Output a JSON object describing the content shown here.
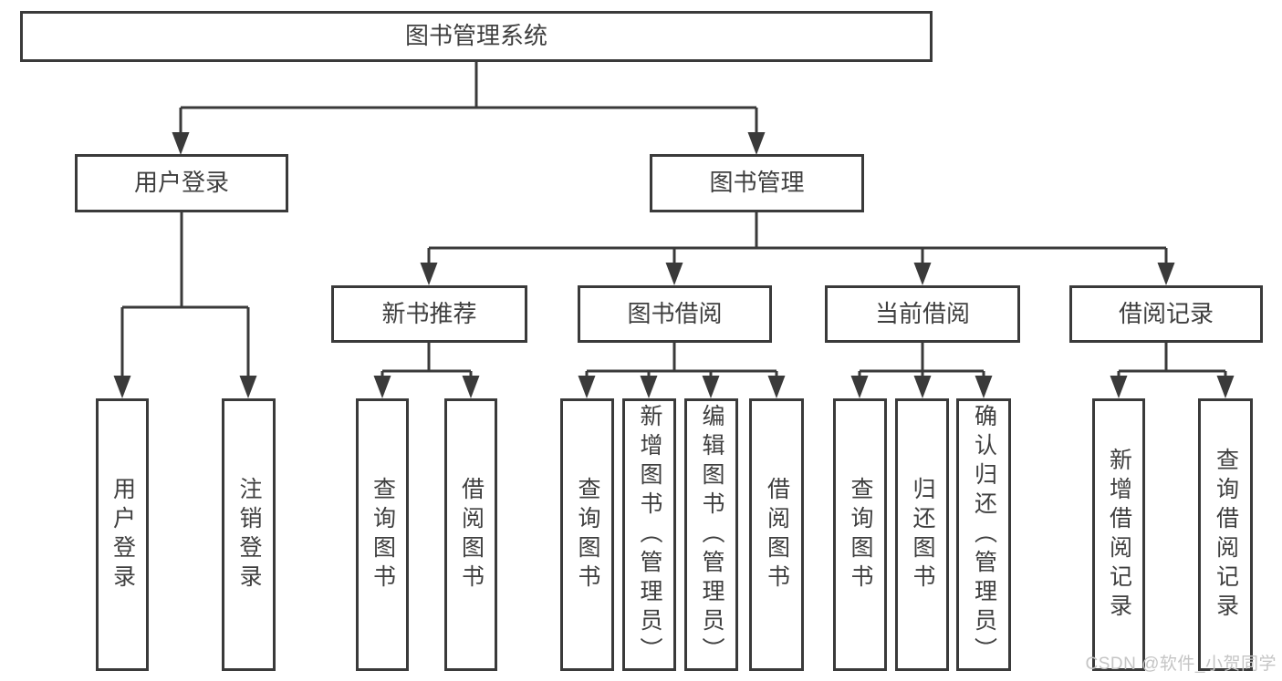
{
  "diagram_title": "图书管理系统",
  "tree": {
    "root": {
      "label": "图书管理系统"
    },
    "branches": [
      {
        "label": "用户登录",
        "children": [
          {
            "label": "用户登录"
          },
          {
            "label": "注销登录"
          }
        ]
      },
      {
        "label": "图书管理",
        "children": [
          {
            "label": "新书推荐",
            "children": [
              {
                "label": "查询图书"
              },
              {
                "label": "借阅图书"
              }
            ]
          },
          {
            "label": "图书借阅",
            "children": [
              {
                "label": "查询图书"
              },
              {
                "label": "新增图书（管理员）"
              },
              {
                "label": "编辑图书（管理员）"
              },
              {
                "label": "借阅图书"
              }
            ]
          },
          {
            "label": "当前借阅",
            "children": [
              {
                "label": "查询图书"
              },
              {
                "label": "归还图书"
              },
              {
                "label": "确认归还（管理员）"
              }
            ]
          },
          {
            "label": "借阅记录",
            "children": [
              {
                "label": "新增借阅记录"
              },
              {
                "label": "查询借阅记录"
              }
            ]
          }
        ]
      }
    ]
  },
  "watermark": {
    "text": "CSDN @软件_小贺同学"
  },
  "colors": {
    "line": "#3a3a3a",
    "text": "#3f3f3f",
    "watermark": "#c5c5c5",
    "background": "#ffffff"
  }
}
